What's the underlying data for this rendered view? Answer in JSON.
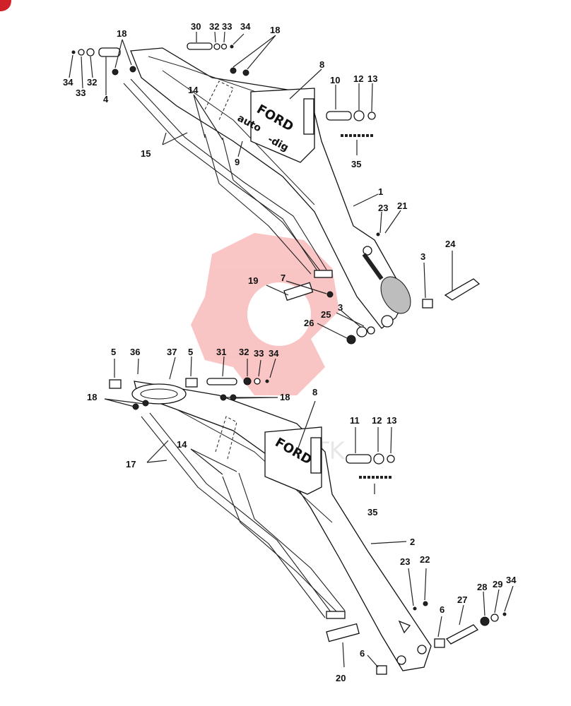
{
  "diagram": {
    "brand_text": "FORD",
    "decal_text_1": "auto",
    "decal_text_2": "-dig",
    "watermark_text": "MHTK",
    "callouts": [
      {
        "id": "c-30",
        "label": "30"
      },
      {
        "id": "c-32a",
        "label": "32"
      },
      {
        "id": "c-33a",
        "label": "33"
      },
      {
        "id": "c-34a",
        "label": "34"
      },
      {
        "id": "c-18a",
        "label": "18"
      },
      {
        "id": "c-18b",
        "label": "18"
      },
      {
        "id": "c-34b",
        "label": "34"
      },
      {
        "id": "c-33b",
        "label": "33"
      },
      {
        "id": "c-32b",
        "label": "32"
      },
      {
        "id": "c-4",
        "label": "4"
      },
      {
        "id": "c-8a",
        "label": "8"
      },
      {
        "id": "c-10",
        "label": "10"
      },
      {
        "id": "c-12a",
        "label": "12"
      },
      {
        "id": "c-13a",
        "label": "13"
      },
      {
        "id": "c-14a",
        "label": "14"
      },
      {
        "id": "c-15",
        "label": "15"
      },
      {
        "id": "c-9",
        "label": "9"
      },
      {
        "id": "c-35a",
        "label": "35"
      },
      {
        "id": "c-1",
        "label": "1"
      },
      {
        "id": "c-23a",
        "label": "23"
      },
      {
        "id": "c-21",
        "label": "21"
      },
      {
        "id": "c-24",
        "label": "24"
      },
      {
        "id": "c-3a",
        "label": "3"
      },
      {
        "id": "c-19",
        "label": "19"
      },
      {
        "id": "c-7",
        "label": "7"
      },
      {
        "id": "c-25",
        "label": "25"
      },
      {
        "id": "c-3b",
        "label": "3"
      },
      {
        "id": "c-26",
        "label": "26"
      },
      {
        "id": "c-5a",
        "label": "5"
      },
      {
        "id": "c-36",
        "label": "36"
      },
      {
        "id": "c-37",
        "label": "37"
      },
      {
        "id": "c-5b",
        "label": "5"
      },
      {
        "id": "c-31",
        "label": "31"
      },
      {
        "id": "c-32c",
        "label": "32"
      },
      {
        "id": "c-33c",
        "label": "33"
      },
      {
        "id": "c-34c",
        "label": "34"
      },
      {
        "id": "c-18c",
        "label": "18"
      },
      {
        "id": "c-18d",
        "label": "18"
      },
      {
        "id": "c-8b",
        "label": "8"
      },
      {
        "id": "c-11",
        "label": "11"
      },
      {
        "id": "c-12b",
        "label": "12"
      },
      {
        "id": "c-13b",
        "label": "13"
      },
      {
        "id": "c-17",
        "label": "17"
      },
      {
        "id": "c-14b",
        "label": "14"
      },
      {
        "id": "c-35b",
        "label": "35"
      },
      {
        "id": "c-2",
        "label": "2"
      },
      {
        "id": "c-23b",
        "label": "23"
      },
      {
        "id": "c-22",
        "label": "22"
      },
      {
        "id": "c-6a",
        "label": "6"
      },
      {
        "id": "c-27",
        "label": "27"
      },
      {
        "id": "c-28",
        "label": "28"
      },
      {
        "id": "c-29",
        "label": "29"
      },
      {
        "id": "c-34d",
        "label": "34"
      },
      {
        "id": "c-6b",
        "label": "6"
      },
      {
        "id": "c-20",
        "label": "20"
      }
    ]
  }
}
